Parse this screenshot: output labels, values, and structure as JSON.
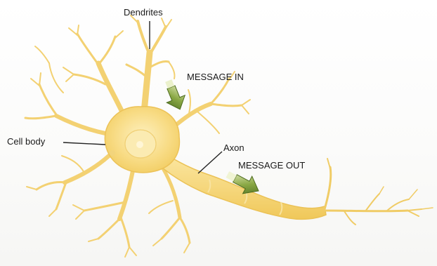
{
  "diagram": {
    "labels": {
      "dendrites": "Dendrites",
      "message_in": "MESSAGE IN",
      "cell_body": "Cell body",
      "axon": "Axon",
      "message_out": "MESSAGE OUT"
    },
    "colors": {
      "neuron_fill": "#f7d97a",
      "neuron_stroke": "#e8bd4a",
      "nucleus": "#fbe9a8",
      "arrow_green": "#5e7d2c",
      "arrow_light": "#c9d98a",
      "leader_line": "#222222"
    },
    "icons": {
      "message_in_arrow": "green-arrow-icon",
      "message_out_arrow": "green-arrow-icon"
    }
  }
}
